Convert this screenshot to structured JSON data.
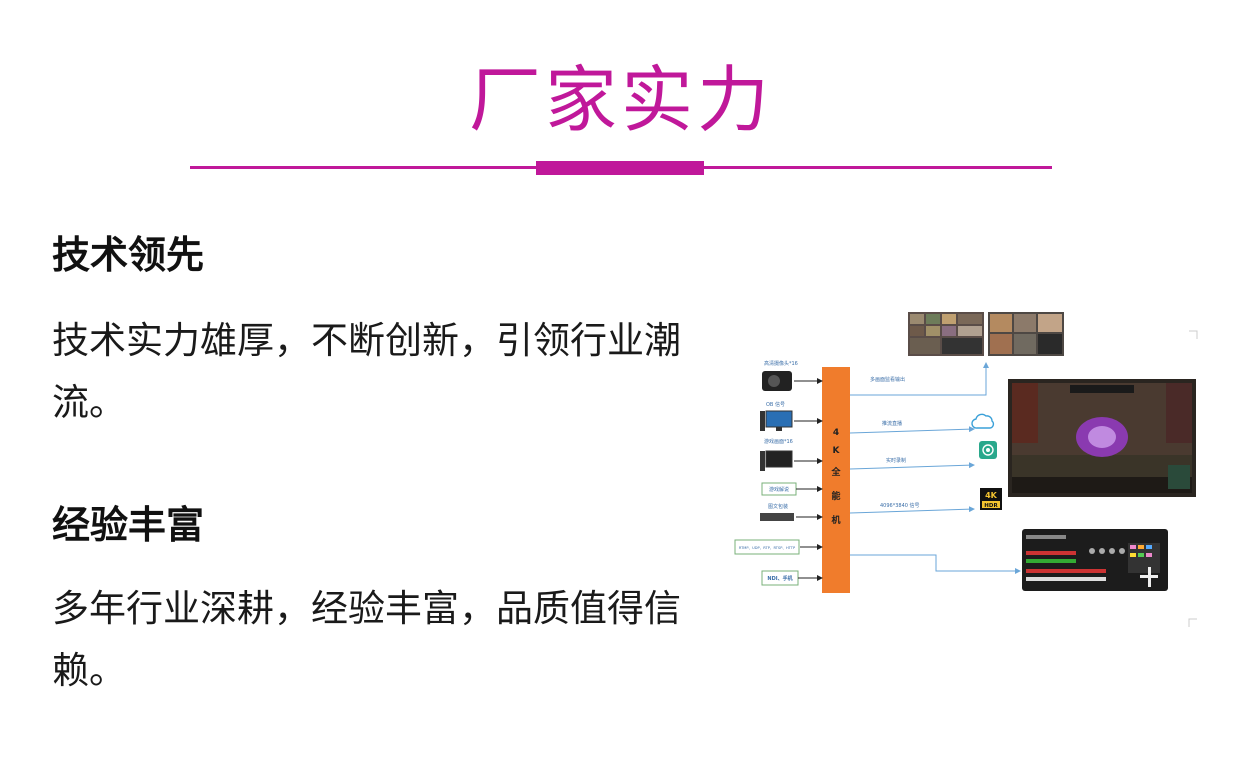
{
  "title": "厂家实力",
  "sections": [
    {
      "heading": "技术领先",
      "body": "技术实力雄厚，不断创新，引领行业潮流。"
    },
    {
      "heading": "经验丰富",
      "body": "多年行业深耕，经验丰富，品质值得信赖。"
    }
  ],
  "diagram": {
    "center_label": [
      "4",
      "K",
      "全",
      "能",
      "机"
    ],
    "inputs": [
      "高清摄像头*16",
      "OB 信号",
      "游戏画面*16",
      "游戏解说",
      "图文包装",
      "RTMP、UDP、RTP、RTSP、HTTP",
      "NDI、手机"
    ],
    "outputs": [
      "多画面监看输出",
      "推流直播",
      "实时录制",
      "4096*3840 信号"
    ],
    "badge": {
      "line1": "4K",
      "line2": "HDR"
    },
    "colors": {
      "accent": "#c0189a",
      "bar": "#f07c2c",
      "arrow": "#6aa6d8"
    }
  }
}
